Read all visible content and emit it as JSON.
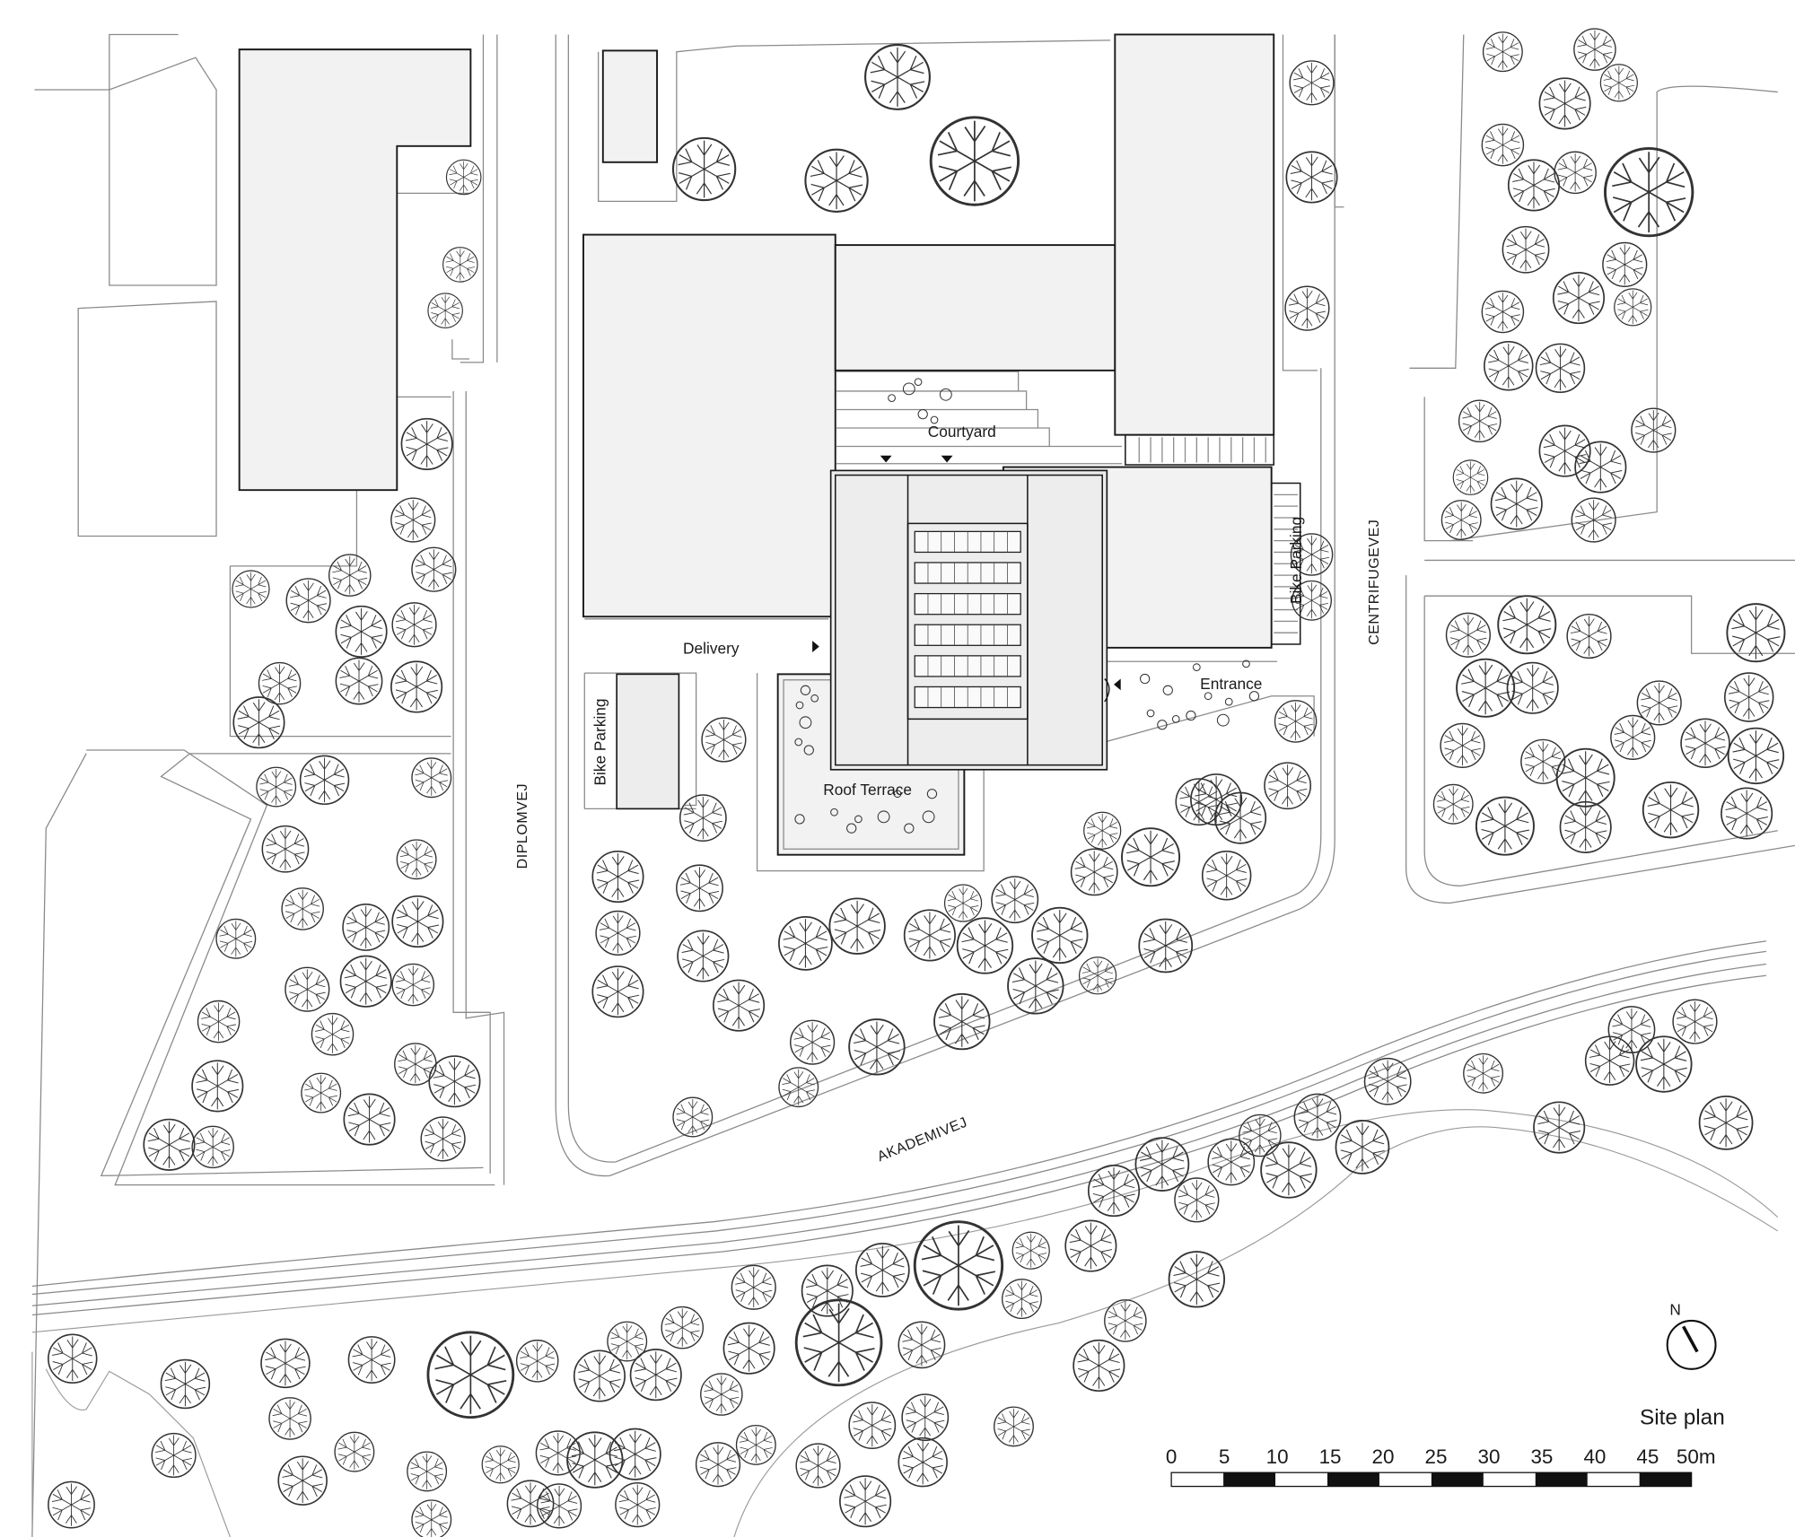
{
  "labels": {
    "courtyard": "Courtyard",
    "delivery": "Delivery",
    "entrance": "Entrance",
    "bike_parking_west": "Bike Parking",
    "bike_parking_east": "Bike Parking",
    "roof_terrace": "Roof Terrace"
  },
  "streets": {
    "diplomvej": "DIPLOMVEJ",
    "centrifugevej": "CENTRIFUGEVEJ",
    "akademivej": "AKADEMIVEJ"
  },
  "legend": {
    "title": "Site plan",
    "north": "N",
    "scale_ticks": [
      "0",
      "5",
      "10",
      "15",
      "20",
      "25",
      "30",
      "35",
      "40",
      "45",
      "50m"
    ]
  },
  "icons": [
    "tree-icon",
    "north-arrow-icon",
    "scale-bar",
    "entrance-arrow-icon",
    "delivery-arrow-icon"
  ]
}
